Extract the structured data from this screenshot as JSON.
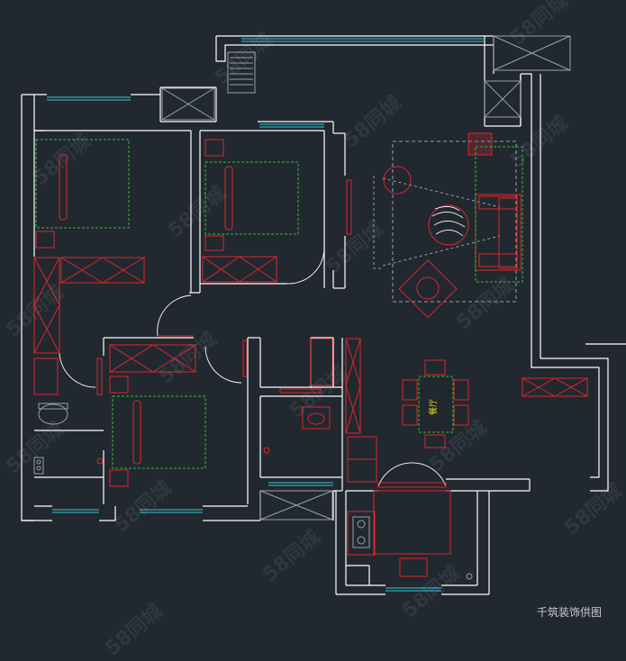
{
  "watermark": {
    "text": "58同城"
  },
  "credit": {
    "text": "千筑装饰供图"
  },
  "labels": {
    "dining_room": "餐厅"
  },
  "colors": {
    "background": "#212830",
    "wall": "#ffffff",
    "window": "#39c6d8",
    "furniture_red": "#e0262a",
    "furniture_green": "#2ec22e",
    "fixture_grey": "#9aa0a8",
    "text_yellow": "#e8e000"
  }
}
